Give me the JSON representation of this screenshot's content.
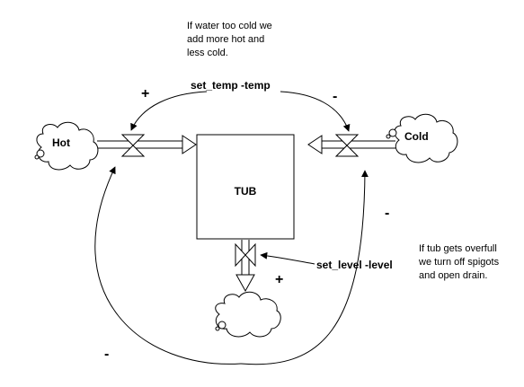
{
  "notes": {
    "temp": [
      "If water too cold we",
      "add more hot and",
      "less cold."
    ],
    "level": [
      "If tub gets overfull",
      "we turn off spigots",
      "and open drain."
    ]
  },
  "variables": {
    "temp_error": "set_temp -temp",
    "level_error": "set_level -level"
  },
  "stock": {
    "name": "TUB"
  },
  "sources": {
    "hot": "Hot",
    "cold": "Cold"
  },
  "polarity": {
    "temp_to_hot": "+",
    "temp_to_cold": "-",
    "level_to_drain": "+",
    "level_to_cold": "-",
    "level_to_hot": "-"
  }
}
